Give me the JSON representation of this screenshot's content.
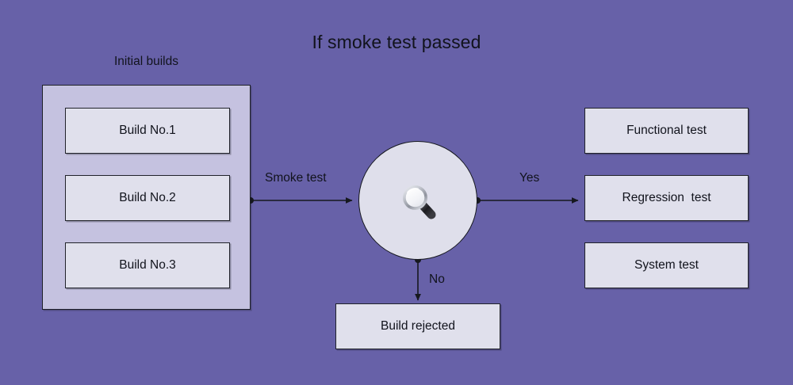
{
  "diagram": {
    "title": "If smoke test passed",
    "background_color": "#6761a8",
    "node_fill": "#e0e0ec",
    "group_fill": "#c5c2e0",
    "stroke_color": "#20222a",
    "text_color": "#11131c"
  },
  "group": {
    "caption": "Initial builds",
    "items": [
      {
        "label": "Build No.1"
      },
      {
        "label": "Build No.2"
      },
      {
        "label": "Build No.3"
      }
    ]
  },
  "decision": {
    "icon": "magnifying-glass-icon",
    "shape": "circle"
  },
  "edges": {
    "smoke": "Smoke test",
    "yes": "Yes",
    "no": "No"
  },
  "outcomes": {
    "passed": [
      {
        "label": "Functional test"
      },
      {
        "label": "Regression  test"
      },
      {
        "label": "System test"
      }
    ],
    "failed": {
      "label": "Build rejected"
    }
  }
}
